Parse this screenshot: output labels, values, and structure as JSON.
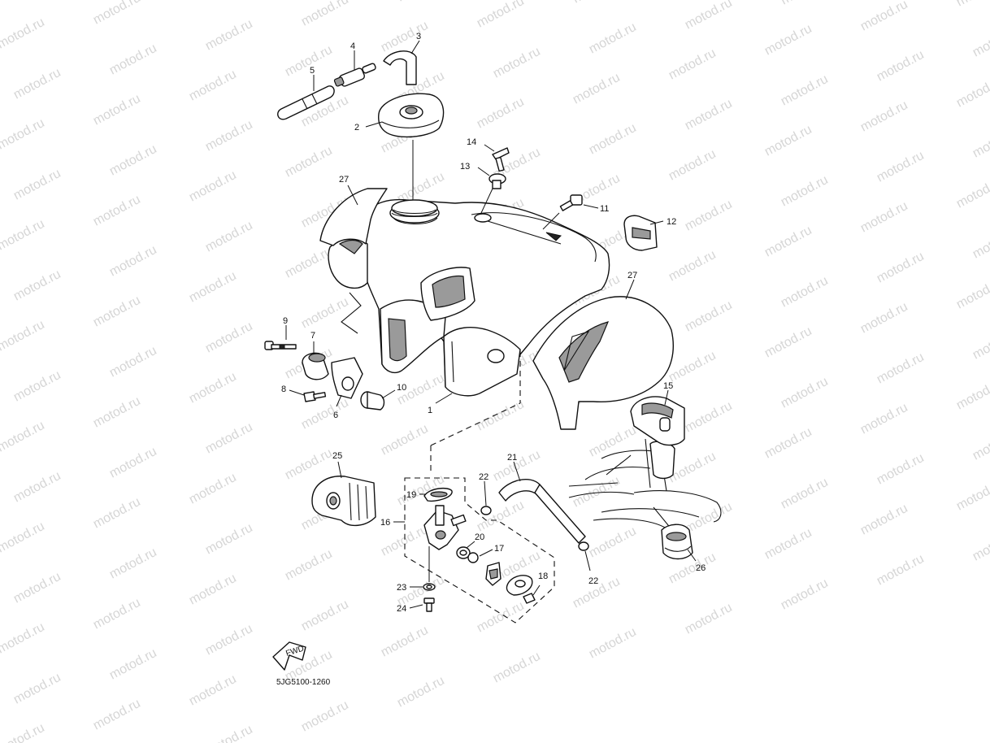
{
  "watermark": {
    "text": "motod.ru"
  },
  "callouts": {
    "c1": "1",
    "c2": "2",
    "c3": "3",
    "c4": "4",
    "c5": "5",
    "c6": "6",
    "c7": "7",
    "c8": "8",
    "c9": "9",
    "c10": "10",
    "c11": "11",
    "c12": "12",
    "c13": "13",
    "c14": "14",
    "c15": "15",
    "c16": "16",
    "c17": "17",
    "c18": "18",
    "c19": "19",
    "c20": "20",
    "c21": "21",
    "c22a": "22",
    "c22b": "22",
    "c23": "23",
    "c24": "24",
    "c25": "25",
    "c26": "26",
    "c27a": "27",
    "c27b": "27"
  },
  "fwd_label": "FWD",
  "drawing_code": "5JG5100-1260"
}
